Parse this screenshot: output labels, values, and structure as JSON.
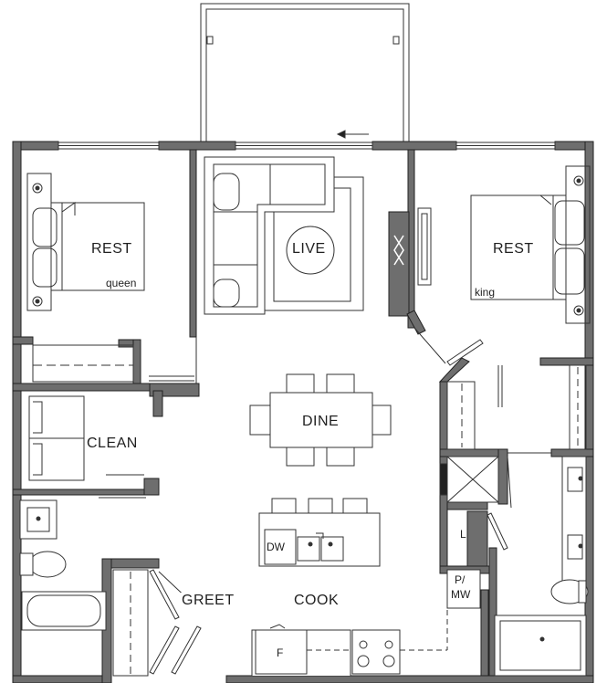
{
  "rooms": {
    "rest_left": "REST",
    "rest_right": "REST",
    "live": "LIVE",
    "dine": "DINE",
    "clean": "CLEAN",
    "greet": "GREET",
    "cook": "COOK"
  },
  "beds": {
    "left_size": "queen",
    "right_size": "king"
  },
  "fixtures": {
    "dishwasher": "DW",
    "linen": "L",
    "pantry_line1": "P/",
    "pantry_line2": "MW",
    "fridge": "F"
  },
  "colors": {
    "wall_fill": "#6e6e6e",
    "wall_stroke": "#222222",
    "line": "#333333",
    "background": "#ffffff"
  }
}
